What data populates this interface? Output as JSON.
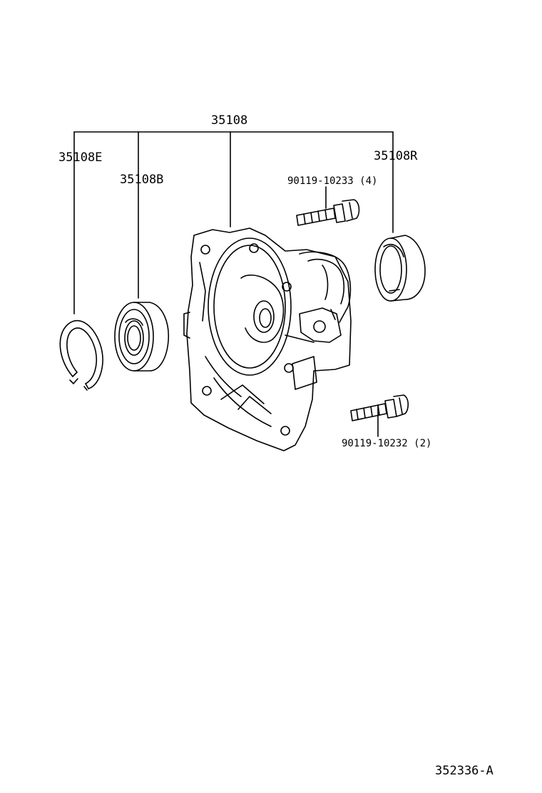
{
  "labels": {
    "assembly": "35108",
    "snap_ring": "35108E",
    "bearing": "35108B",
    "oil_seal": "35108R",
    "bolt_upper": "90119-10233 (4)",
    "bolt_lower": "90119-10232 (2)",
    "figure_id": "352336-A"
  }
}
